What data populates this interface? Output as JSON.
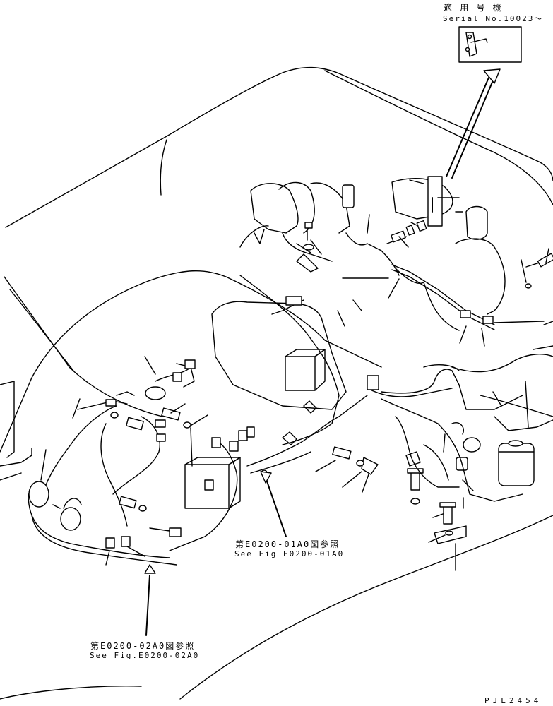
{
  "serial_note": {
    "applicable_label": "適 用 号 機",
    "serial_label": "Serial No.10023～"
  },
  "references": {
    "ref1_jp": "第E0200-01A0図参照",
    "ref1_en": "See Fig E0200-01A0",
    "ref2_jp": "第E0200-02A0図参照",
    "ref2_en": "See Fig.E0200-02A0"
  },
  "drawing_code": "PJL2454"
}
